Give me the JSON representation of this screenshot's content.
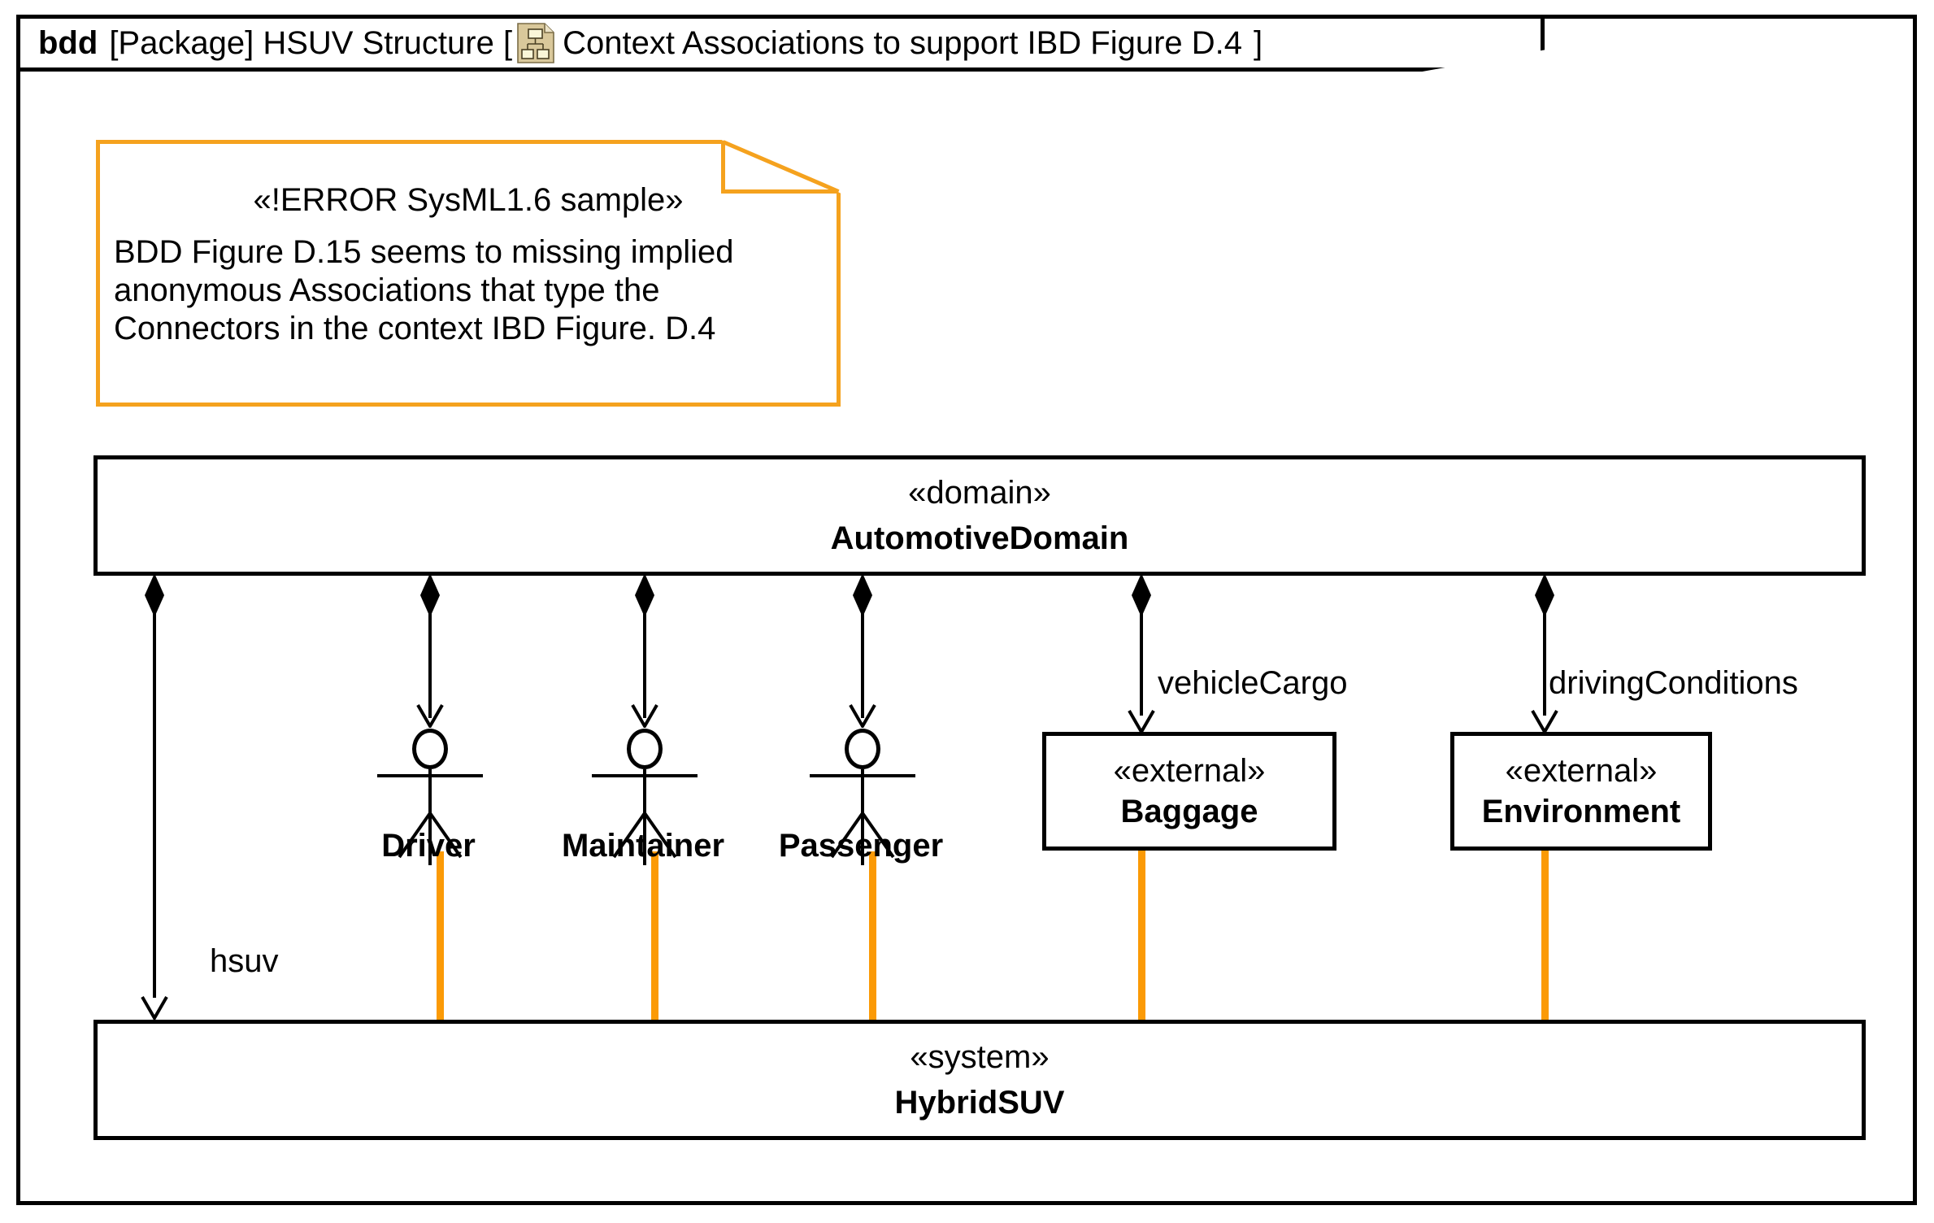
{
  "header": {
    "kind": "bdd",
    "scope": "[Package] HSUV Structure [",
    "icon": "package-diagram-icon",
    "title": "Context Associations to support IBD Figure D.4",
    "close_bracket": "]"
  },
  "note": {
    "stereotype": "«!ERROR SysML1.6 sample»",
    "lines": [
      "BDD Figure D.15 seems to missing implied",
      "anonymous Associations that type the",
      "Connectors in the context IBD Figure. D.4"
    ],
    "border_color": "#F5A21E"
  },
  "blocks": [
    {
      "id": "domain",
      "stereotype": "«domain»",
      "name": "AutomotiveDomain"
    },
    {
      "id": "system",
      "stereotype": "«system»",
      "name": "HybridSUV"
    },
    {
      "id": "baggage",
      "stereotype": "«external»",
      "name": "Baggage"
    },
    {
      "id": "environment",
      "stereotype": "«external»",
      "name": "Environment"
    }
  ],
  "actors": [
    {
      "id": "driver",
      "name": "Driver"
    },
    {
      "id": "maintainer",
      "name": "Maintainer"
    },
    {
      "id": "passenger",
      "name": "Passenger"
    }
  ],
  "edge_labels": {
    "hsuv": "hsuv",
    "vehicle_cargo": "vehicleCargo",
    "driving_conditions": "drivingConditions"
  },
  "colors": {
    "accent_orange": "#FB9A06",
    "note_orange": "#F5A21E",
    "line_black": "#000000",
    "icon_fill": "#D9C89B",
    "icon_node": "#FAF6D8"
  }
}
